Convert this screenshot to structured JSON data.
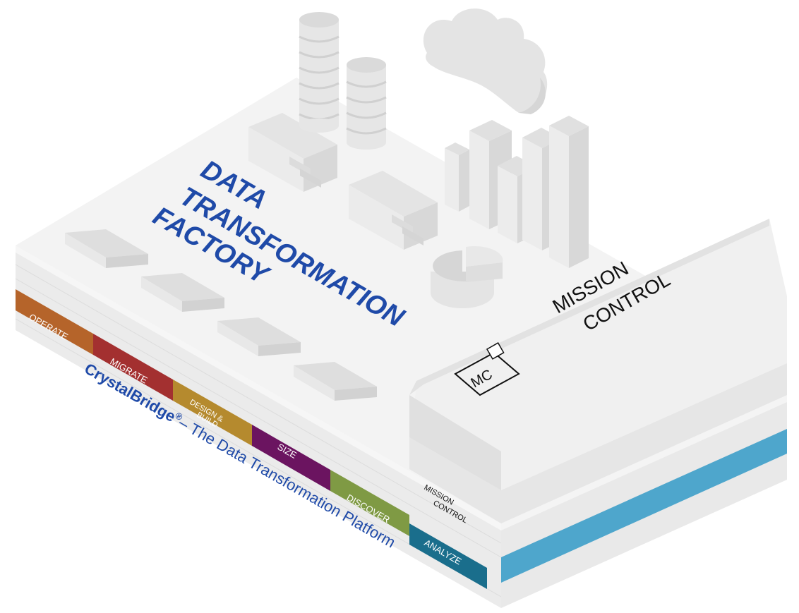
{
  "heading": {
    "line1": "DATA",
    "line2": "TRANSFORMATION",
    "line3": "FACTORY"
  },
  "mission_control": {
    "line1": "MISSION",
    "line2": "CONTROL",
    "icon_text": "MC"
  },
  "stages": [
    {
      "label": "OPERATE",
      "color": "#b5642a"
    },
    {
      "label": "MIGRATE",
      "color": "#a33030"
    },
    {
      "label_line1": "DESIGN &",
      "label_line2": "BUILD",
      "color": "#b58a2e"
    },
    {
      "label": "SIZE",
      "color": "#6b1460"
    },
    {
      "label": "DISCOVER",
      "color": "#7f9a44"
    },
    {
      "label": "ANALYZE",
      "color": "#1a6e8c"
    }
  ],
  "layer_mission_control": {
    "line1": "MISSION",
    "line2": "CONTROL"
  },
  "platform": {
    "brand": "CrystalBridge",
    "reg": "®",
    "tagline": "– The Data Transformation Platform"
  },
  "colors": {
    "brand_blue": "#1f4aa8",
    "analyze_stripe": "#4ea6cc",
    "platform_top": "#f1f1f1",
    "platform_side": "#e6e6e6"
  }
}
